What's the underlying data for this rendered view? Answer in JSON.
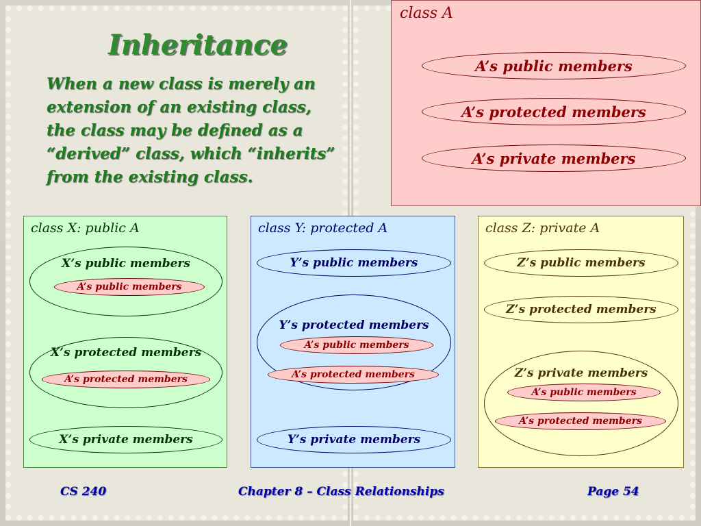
{
  "slide": {
    "title": "Inheritance",
    "intro_lines": [
      "When a new class is merely an",
      "extension of an existing class,",
      "the class may be defined as a",
      "“derived” class, which “inherits”",
      "from the existing class."
    ]
  },
  "class_a": {
    "label": "class A",
    "members": [
      "A’s public members",
      "A’s protected members",
      "A’s private members"
    ]
  },
  "class_x": {
    "label": "class X: public A",
    "public": "X’s public members",
    "public_inherited": "A’s public members",
    "protected": "X’s protected members",
    "protected_inherited": "A’s protected members",
    "private": "X’s private members"
  },
  "class_y": {
    "label": "class Y: protected A",
    "public": "Y’s public members",
    "protected": "Y’s protected members",
    "protected_inherited_public": "A’s public members",
    "protected_inherited_protected": "A’s protected members",
    "private": "Y’s private members"
  },
  "class_z": {
    "label": "class Z: private A",
    "public": "Z’s public members",
    "protected": "Z’s protected members",
    "private": "Z’s private members",
    "private_inherited_public": "A’s public members",
    "private_inherited_protected": "A’s protected members"
  },
  "footer": {
    "course": "CS 240",
    "chapter": "Chapter 8 – Class Relationships",
    "page": "Page 54"
  }
}
